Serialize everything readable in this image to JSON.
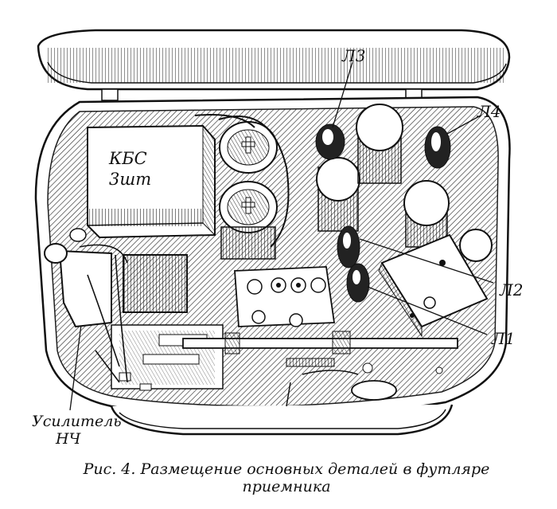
{
  "figure": {
    "box_label_line1": "КБС",
    "box_label_line2": "3шт",
    "tube_labels": [
      "Л3",
      "Л4",
      "Л2",
      "Л1"
    ],
    "amp_label_line1": "Усилитель",
    "amp_label_line2": "НЧ"
  },
  "caption": {
    "line1": "Рис. 4. Размещение  основных деталей в футляре",
    "line2": "приемника"
  }
}
